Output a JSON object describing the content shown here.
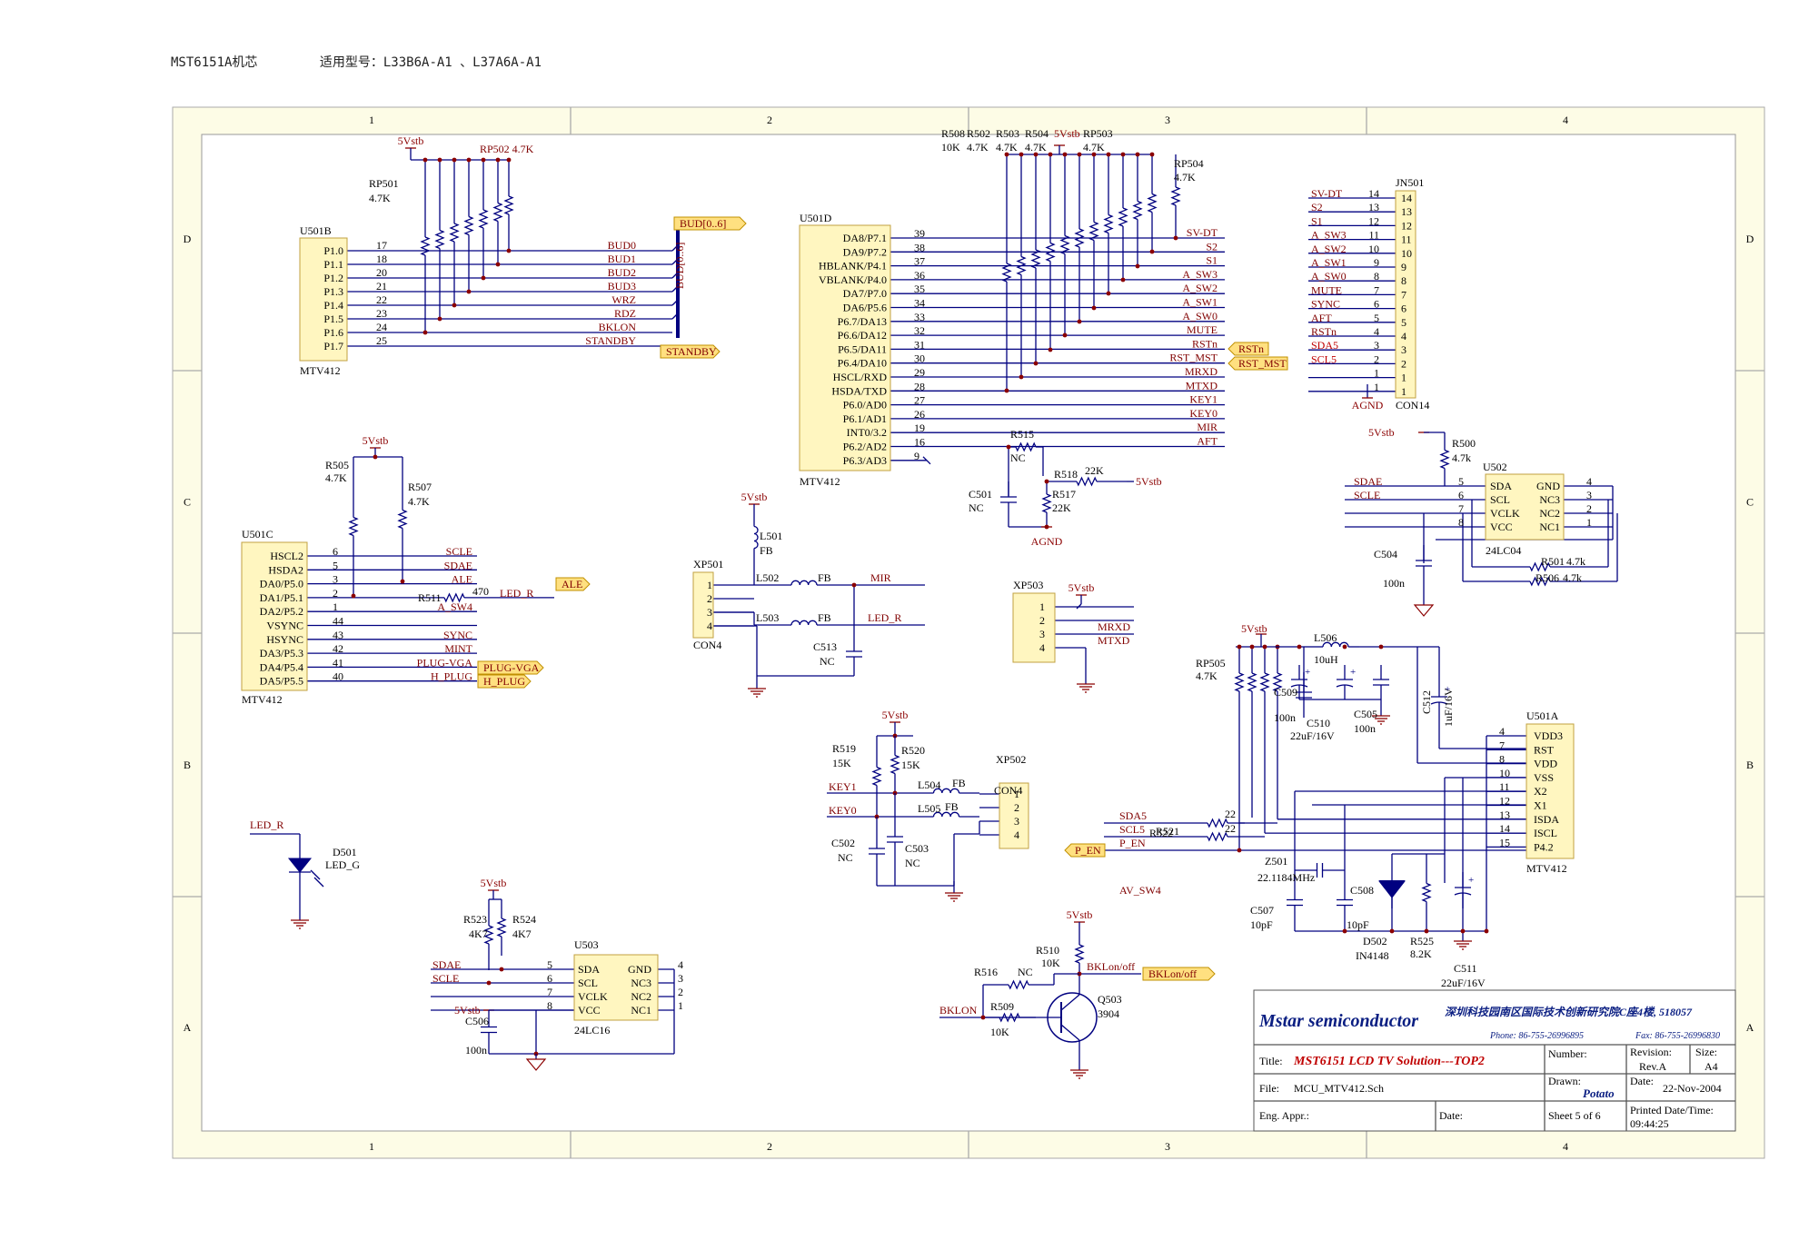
{
  "header": {
    "board": "MST6151A机芯",
    "models": "适用型号：L33B6A-A1 、L37A6A-A1"
  },
  "frame": {
    "cols": [
      "1",
      "2",
      "3",
      "4"
    ],
    "rows": [
      "D",
      "C",
      "B",
      "A"
    ]
  },
  "colors": {
    "background": "#ffffff",
    "border_fill": "#fdfce6",
    "wire": "#000080",
    "label": "#800000",
    "part": "#fff6c0",
    "port": "#ffe080",
    "power": "#8b0000"
  },
  "u501b": {
    "ref": "U501B",
    "part": "MTV412",
    "rp502": "RP502 4.7K",
    "rp501": [
      "RP501",
      "4.7K"
    ],
    "supply": "5Vstb",
    "pins": [
      {
        "name": "P1.0",
        "num": "17",
        "net": "BUD0"
      },
      {
        "name": "P1.1",
        "num": "18",
        "net": "BUD1"
      },
      {
        "name": "P1.2",
        "num": "20",
        "net": "BUD2"
      },
      {
        "name": "P1.3",
        "num": "21",
        "net": "BUD3"
      },
      {
        "name": "P1.4",
        "num": "22",
        "net": "WRZ"
      },
      {
        "name": "P1.5",
        "num": "23",
        "net": "RDZ"
      },
      {
        "name": "P1.6",
        "num": "24",
        "net": "BKLON"
      },
      {
        "name": "P1.7",
        "num": "25",
        "net": "STANDBY"
      }
    ],
    "bus_vertical": "BUD[0..6]",
    "bus_port": "BUD[0..6]",
    "standby_port": "STANDBY"
  },
  "u501d": {
    "ref": "U501D",
    "part": "MTV412",
    "pins": [
      {
        "name": "DA8/P7.1",
        "num": "39",
        "net": "SV-DT"
      },
      {
        "name": "DA9/P7.2",
        "num": "38",
        "net": "S2"
      },
      {
        "name": "HBLANK/P4.1",
        "num": "37",
        "net": "S1"
      },
      {
        "name": "VBLANK/P4.0",
        "num": "36",
        "net": "A_SW3"
      },
      {
        "name": "DA7/P7.0",
        "num": "35",
        "net": "A_SW2"
      },
      {
        "name": "DA6/P5.6",
        "num": "34",
        "net": "A_SW1"
      },
      {
        "name": "P6.7/DA13",
        "num": "33",
        "net": "A_SW0"
      },
      {
        "name": "P6.6/DA12",
        "num": "32",
        "net": "MUTE"
      },
      {
        "name": "P6.5/DA11",
        "num": "31",
        "net": "RSTn"
      },
      {
        "name": "P6.4/DA10",
        "num": "30",
        "net": "RST_MST"
      },
      {
        "name": "HSCL/RXD",
        "num": "29",
        "net": "MRXD"
      },
      {
        "name": "HSDA/TXD",
        "num": "28",
        "net": "MTXD"
      },
      {
        "name": "P6.0/AD0",
        "num": "27",
        "net": "KEY1"
      },
      {
        "name": "P6.1/AD1",
        "num": "26",
        "net": "KEY0"
      },
      {
        "name": "INT0/3.2",
        "num": "19",
        "net": "MIR"
      },
      {
        "name": "P6.2/AD2",
        "num": "16",
        "net": "AFT"
      },
      {
        "name": "P6.3/AD3",
        "num": "9",
        "net": ""
      }
    ],
    "res_top": [
      {
        "ref": "R508",
        "val": "10K"
      },
      {
        "ref": "R502",
        "val": "4.7K"
      },
      {
        "ref": "R503",
        "val": "4.7K"
      },
      {
        "ref": "R504",
        "val": "4.7K"
      },
      {
        "ref": "5Vstb",
        "val": ""
      },
      {
        "ref": "RP503",
        "val": "4.7K"
      }
    ],
    "rp504": [
      "RP504",
      "4.7K"
    ],
    "ports": [
      "RSTn",
      "RST_MST"
    ],
    "r515": [
      "R515",
      "NC"
    ],
    "r518": [
      "R518",
      "22K"
    ],
    "r518_supply": "5Vstb",
    "r517": [
      "R517",
      "22K"
    ],
    "c501": [
      "C501",
      "NC"
    ],
    "agnd": "AGND"
  },
  "jn501": {
    "ref": "JN501",
    "part": "CON14",
    "gnd": "AGND",
    "pins": [
      {
        "num": "14",
        "net": "SV-DT"
      },
      {
        "num": "13",
        "net": "S2"
      },
      {
        "num": "12",
        "net": "S1"
      },
      {
        "num": "11",
        "net": "A_SW3"
      },
      {
        "num": "10",
        "net": "A_SW2"
      },
      {
        "num": "9",
        "net": "A_SW1"
      },
      {
        "num": "8",
        "net": "A_SW0"
      },
      {
        "num": "7",
        "net": "MUTE"
      },
      {
        "num": "6",
        "net": "SYNC"
      },
      {
        "num": "5",
        "net": "AFT"
      },
      {
        "num": "4",
        "net": "RSTn"
      },
      {
        "num": "3",
        "net": "SDA5"
      },
      {
        "num": "2",
        "net": "SCL5"
      },
      {
        "num": "1",
        "net": ""
      },
      {
        "num": "1",
        "net": ""
      }
    ]
  },
  "u502": {
    "ref": "U502",
    "part": "24LC04",
    "supply": "5Vstb",
    "r500": [
      "R500",
      "4.7k"
    ],
    "c504": [
      "C504",
      "100n"
    ],
    "left": [
      {
        "num": "5",
        "name": "SDA",
        "net": "SDAE"
      },
      {
        "num": "6",
        "name": "SCL",
        "net": "SCLE"
      },
      {
        "num": "7",
        "name": "VCLK",
        "net": ""
      },
      {
        "num": "8",
        "name": "VCC",
        "net": ""
      }
    ],
    "right": [
      {
        "num": "4",
        "name": "GND"
      },
      {
        "num": "3",
        "name": "NC3"
      },
      {
        "num": "2",
        "name": "NC2"
      },
      {
        "num": "1",
        "name": "NC1"
      }
    ],
    "r501": [
      "R501",
      "4.7k"
    ],
    "r506": [
      "R506",
      "4.7k"
    ]
  },
  "u501c": {
    "ref": "U501C",
    "part": "MTV412",
    "supply": "5Vstb",
    "r505": [
      "R505",
      "4.7K"
    ],
    "r507": [
      "R507",
      "4.7K"
    ],
    "r511": [
      "R511",
      "470"
    ],
    "led_net": "LED_R",
    "pins": [
      {
        "name": "HSCL2",
        "num": "6",
        "net": "SCLE"
      },
      {
        "name": "HSDA2",
        "num": "5",
        "net": "SDAE"
      },
      {
        "name": "DA0/P5.0",
        "num": "3",
        "net": "ALE"
      },
      {
        "name": "DA1/P5.1",
        "num": "2",
        "net": ""
      },
      {
        "name": "DA2/P5.2",
        "num": "1",
        "net": "A_SW4"
      },
      {
        "name": "VSYNC",
        "num": "44",
        "net": ""
      },
      {
        "name": "HSYNC",
        "num": "43",
        "net": "SYNC"
      },
      {
        "name": "DA3/P5.3",
        "num": "42",
        "net": "MINT"
      },
      {
        "name": "DA4/P5.4",
        "num": "41",
        "net": "PLUG-VGA"
      },
      {
        "name": "DA5/P5.5",
        "num": "40",
        "net": "H_PLUG"
      }
    ],
    "ports": [
      "ALE",
      "PLUG-VGA",
      "H_PLUG"
    ]
  },
  "xp501": {
    "ref": "XP501",
    "part": "CON4",
    "supply": "5Vstb",
    "pins": [
      "1",
      "2",
      "3",
      "4"
    ],
    "l501": [
      "L501",
      "FB"
    ],
    "l502": [
      "L502",
      "FB"
    ],
    "l503": [
      "L503",
      "FB"
    ],
    "net_mir": "MIR",
    "net_led": "LED_R",
    "c513": [
      "C513",
      "NC"
    ]
  },
  "xp503": {
    "ref": "XP503",
    "supply": "5Vstb",
    "pins": [
      "1",
      "2",
      "3",
      "4"
    ],
    "nets": [
      "MRXD",
      "MTXD"
    ]
  },
  "xp502": {
    "ref": "XP502",
    "part": "CON4",
    "supply": "5Vstb",
    "pins": [
      "1",
      "2",
      "3",
      "4"
    ],
    "r519": [
      "R519",
      "15K"
    ],
    "r520": [
      "R520",
      "15K"
    ],
    "l504": [
      "L504",
      "FB"
    ],
    "l505": [
      "L505",
      "FB"
    ],
    "keys": [
      "KEY1",
      "KEY0"
    ],
    "c502": [
      "C502",
      "NC"
    ],
    "c503": [
      "C503",
      "NC"
    ]
  },
  "led": {
    "net": "LED_R",
    "ref": "D501",
    "part": "LED_G"
  },
  "u503": {
    "ref": "U503",
    "part": "24LC16",
    "supply": "5Vstb",
    "r523": [
      "R523",
      "4K7"
    ],
    "r524": [
      "R524",
      "4K7"
    ],
    "c506": [
      "C506",
      "100n"
    ],
    "c506_supply": "5Vstb",
    "left": [
      {
        "num": "5",
        "name": "SDA",
        "net": "SDAE"
      },
      {
        "num": "6",
        "name": "SCL",
        "net": "SCLE"
      },
      {
        "num": "7",
        "name": "VCLK",
        "net": ""
      },
      {
        "num": "8",
        "name": "VCC",
        "net": ""
      }
    ],
    "right": [
      {
        "num": "4",
        "name": "GND"
      },
      {
        "num": "3",
        "name": "NC3"
      },
      {
        "num": "2",
        "name": "NC2"
      },
      {
        "num": "1",
        "name": "NC1"
      }
    ]
  },
  "q503": {
    "ref": "Q503",
    "part": "3904",
    "supply": "5Vstb",
    "r510": [
      "R510",
      "10K"
    ],
    "r516": [
      "R516",
      "NC"
    ],
    "r509": [
      "R509",
      "10K"
    ],
    "net_out": "BKLon/off",
    "port": "BKLon/off",
    "net_in": "BKLON"
  },
  "u501a": {
    "ref": "U501A",
    "part": "MTV412",
    "supply": "5Vstb",
    "rp505": [
      "RP505",
      "4.7K"
    ],
    "l506": [
      "L506",
      "10uH"
    ],
    "c509": [
      "C509",
      "100n"
    ],
    "c510": [
      "C510",
      "22uF/16V"
    ],
    "c505": [
      "C505",
      "100n"
    ],
    "c512": [
      "C512",
      "1uF/16V"
    ],
    "pins": [
      {
        "num": "4",
        "name": "VDD3"
      },
      {
        "num": "7",
        "name": "RST"
      },
      {
        "num": "8",
        "name": "VDD"
      },
      {
        "num": "10",
        "name": "VSS"
      },
      {
        "num": "11",
        "name": "X2"
      },
      {
        "num": "12",
        "name": "X1"
      },
      {
        "num": "13",
        "name": "ISDA"
      },
      {
        "num": "14",
        "name": "ISCL"
      },
      {
        "num": "15",
        "name": "P4.2"
      }
    ],
    "nets_in": [
      "SDA5",
      "SCL5",
      "P_EN"
    ],
    "r521": [
      "R521",
      "22"
    ],
    "r522": [
      "R522",
      "22"
    ],
    "port_pen": "P_EN",
    "z501": [
      "Z501",
      "22.1184MHz"
    ],
    "c507": [
      "C507",
      "10pF"
    ],
    "c508": [
      "C508",
      "10pF"
    ],
    "d502": [
      "D502",
      "IN4148"
    ],
    "r525": [
      "R525",
      "8.2K"
    ],
    "c511": [
      "C511",
      "22uF/16V"
    ],
    "av_sw4": "AV_SW4"
  },
  "title_block": {
    "company": "Mstar semiconductor",
    "address": "深圳科技园南区国际技术创新研究院C座4楼, 518057",
    "phone": "Phone: 86-755-26996895",
    "fax": "Fax: 86-755-26996830",
    "title_label": "Title:",
    "title": "MST6151 LCD TV Solution---TOP2",
    "number_label": "Number:",
    "revision_label": "Revision:",
    "revision": "Rev.A",
    "size_label": "Size:",
    "size": "A4",
    "file_label": "File:",
    "file": "MCU_MTV412.Sch",
    "drawn_label": "Drawn:",
    "drawn": "Potato",
    "date_label": "Date:",
    "date": "22-Nov-2004",
    "eng_label": "Eng. Appr.:",
    "date2_label": "Date:",
    "sheet": "Sheet 5  of  6",
    "printed_label": "Printed Date/Time:",
    "printed": "09:44:25"
  }
}
